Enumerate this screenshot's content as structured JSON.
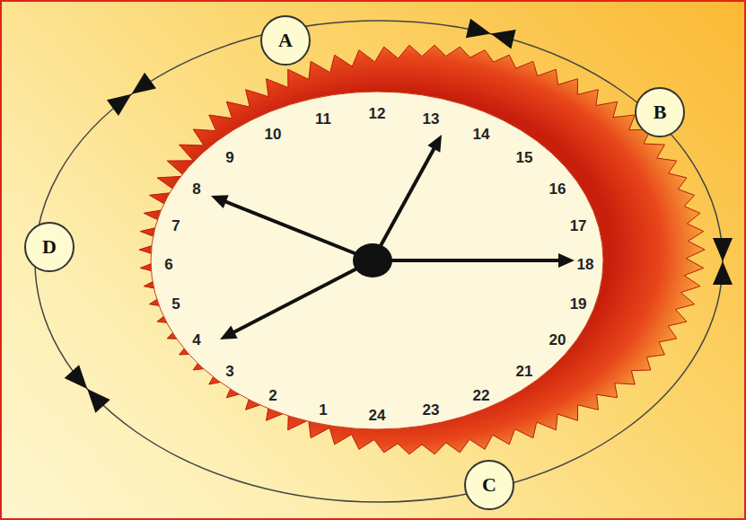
{
  "diagram": {
    "nodes": [
      {
        "text": [
          "A"
        ]
      },
      {
        "text": [
          "B"
        ]
      },
      {
        "text": [
          "D"
        ]
      },
      {
        "text": [
          "C"
        ]
      }
    ],
    "labels": [
      "1",
      "2",
      "3",
      "4",
      "5",
      "6",
      "7",
      "8",
      "9",
      "10",
      "11",
      "12",
      "13",
      "14",
      "15",
      "16",
      "17",
      "18",
      "19",
      "20",
      "21",
      "22",
      "23",
      "24"
    ]
  }
}
